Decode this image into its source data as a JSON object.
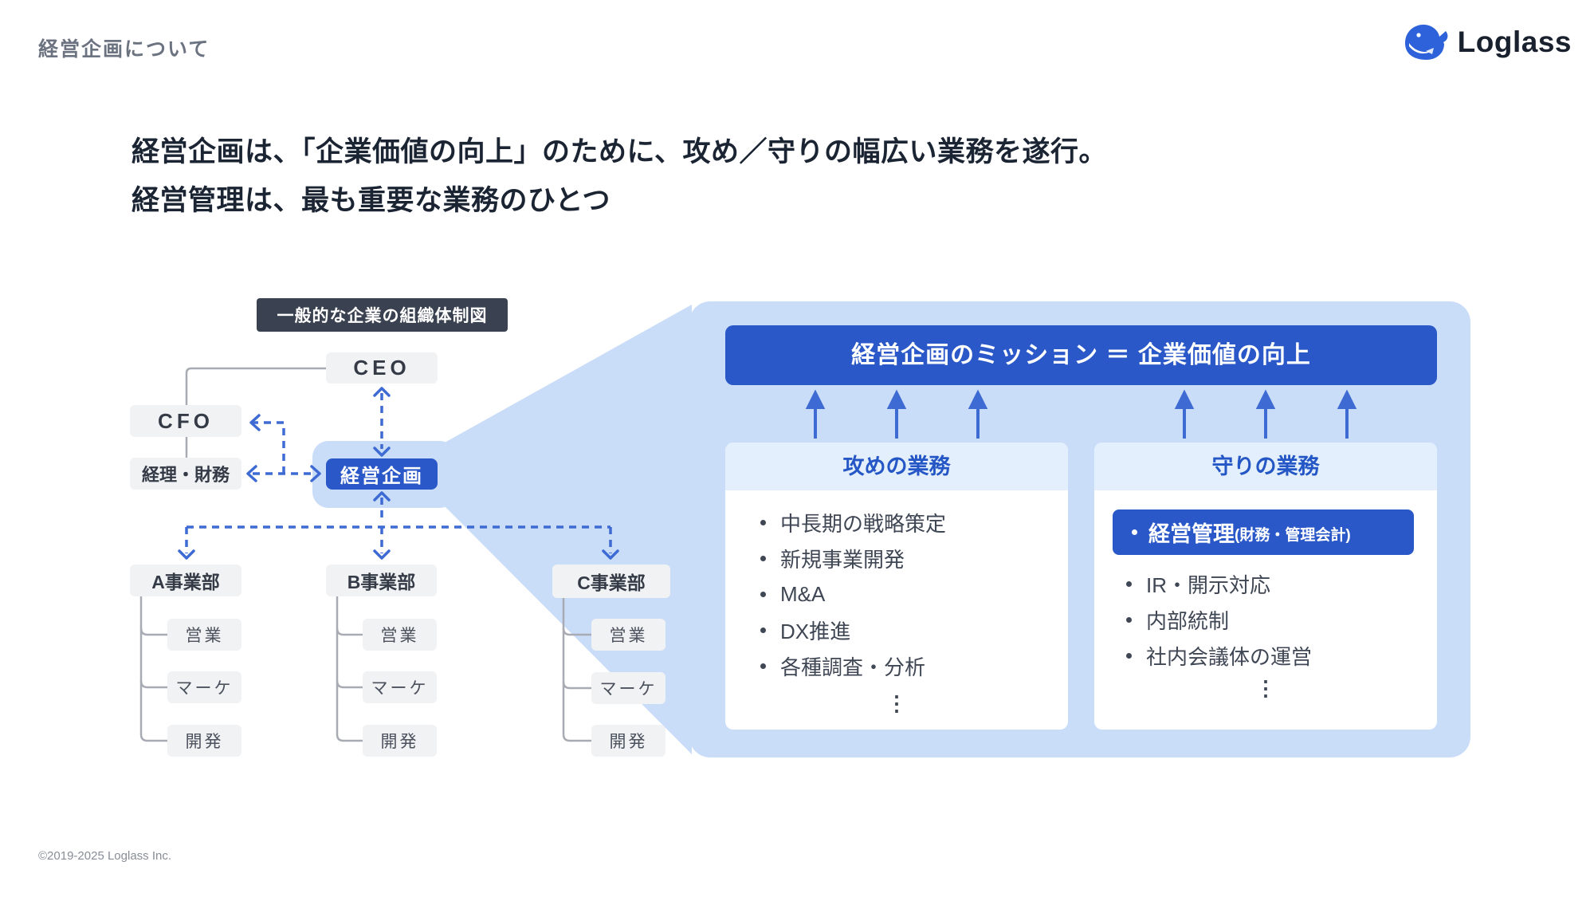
{
  "page": {
    "title": "経営企画について",
    "copyright": "©2019-2025 Loglass Inc."
  },
  "logo": {
    "brand": "Loglass"
  },
  "heading": {
    "line1": "経営企画は、「企業価値の向上」のために、攻め／守りの幅広い業務を遂行。",
    "line2": "経営管理は、最も重要な業務のひとつ"
  },
  "org": {
    "label": "一般的な企業の組織体制図",
    "ceo": "CEO",
    "cfo": "CFO",
    "finance": "経理・財務",
    "planning": "経営企画",
    "divisions": [
      {
        "name": "A事業部",
        "children": [
          "営業",
          "マーケ",
          "開発"
        ]
      },
      {
        "name": "B事業部",
        "children": [
          "営業",
          "マーケ",
          "開発"
        ]
      },
      {
        "name": "C事業部",
        "children": [
          "営業",
          "マーケ",
          "開発"
        ]
      }
    ]
  },
  "mission": {
    "title": "経営企画のミッション ＝ 企業価値の向上",
    "offense": {
      "header": "攻めの業務",
      "items": [
        "中長期の戦略策定",
        "新規事業開発",
        "M&A",
        "DX推進",
        "各種調査・分析"
      ],
      "ellipsis": "⋮"
    },
    "defense": {
      "header": "守りの業務",
      "highlight_main": "経営管理",
      "highlight_sub": "(財務・管理会計)",
      "items": [
        "IR・開示対応",
        "内部統制",
        "社内会議体の運営"
      ],
      "ellipsis": "⋮"
    }
  },
  "colors": {
    "accent_blue": "#2A58C8",
    "light_blue": "#C9DCF8",
    "panel_header_blue": "#E3EFFC",
    "arrow_blue": "#3E6BD3",
    "dark_label": "#3A4150",
    "gray_box": "#F1F2F4",
    "text_dark": "#1B2433"
  }
}
